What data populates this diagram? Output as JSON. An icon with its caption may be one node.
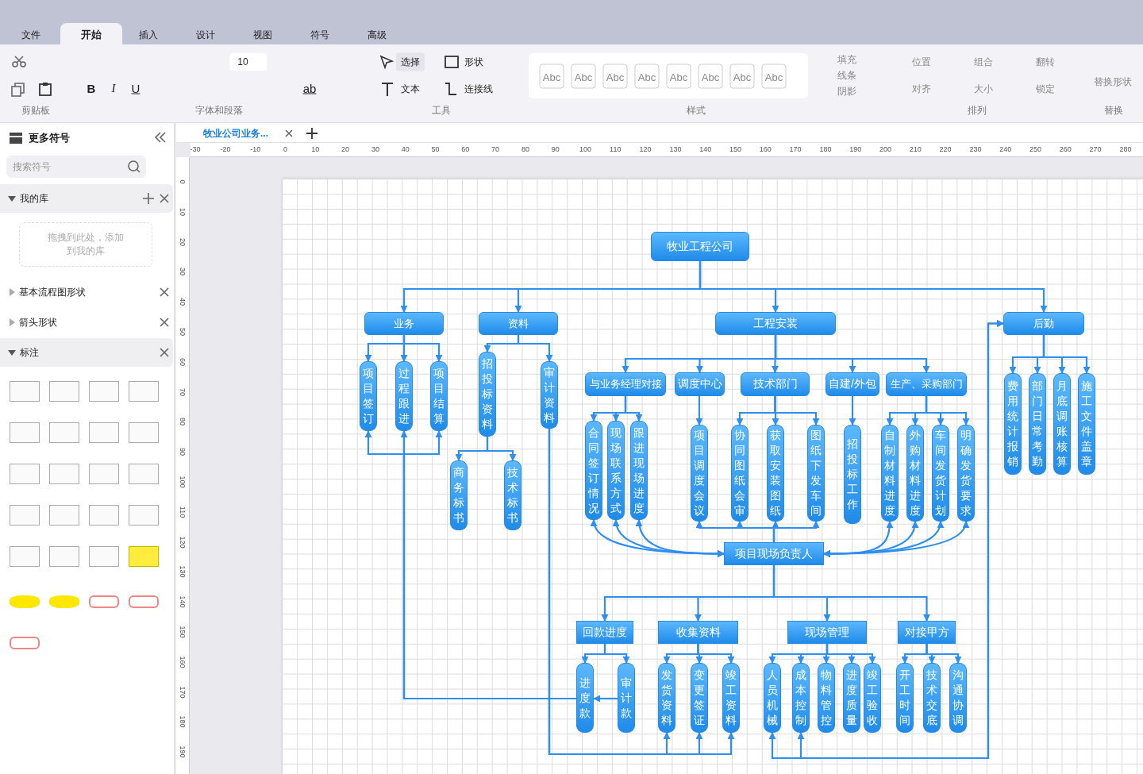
{
  "diagram": {
    "nodes": [
      {
        "text": [
          "牧业工程公司"
        ]
      },
      {
        "text": [
          "业务"
        ]
      },
      {
        "text": [
          "资料"
        ]
      },
      {
        "text": [
          "工程安装"
        ]
      },
      {
        "text": [
          "后勤"
        ]
      },
      {
        "text": [
          "项目签订"
        ]
      },
      {
        "text": [
          "过程跟进"
        ]
      },
      {
        "text": [
          "项目结算"
        ]
      },
      {
        "text": [
          "招投标资料"
        ]
      },
      {
        "text": [
          "审计资料"
        ]
      },
      {
        "text": [
          "商务标书"
        ]
      },
      {
        "text": [
          "技术标书"
        ]
      },
      {
        "text": [
          "与业务经理对接"
        ]
      },
      {
        "text": [
          "调度中心"
        ]
      },
      {
        "text": [
          "技术部门"
        ]
      },
      {
        "text": [
          "自建/外包"
        ]
      },
      {
        "text": [
          "生产、采购部门"
        ]
      },
      {
        "text": [
          "合同签订情况"
        ]
      },
      {
        "text": [
          "现场联系方式"
        ]
      },
      {
        "text": [
          "跟进现场进度"
        ]
      },
      {
        "text": [
          "项目调度会议"
        ]
      },
      {
        "text": [
          "协同图纸会审"
        ]
      },
      {
        "text": [
          "获取安装图纸"
        ]
      },
      {
        "text": [
          "图纸下发车间"
        ]
      },
      {
        "text": [
          "招投标工作"
        ]
      },
      {
        "text": [
          "自制材料进度"
        ]
      },
      {
        "text": [
          "外购材料进度"
        ]
      },
      {
        "text": [
          "车间发货计划"
        ]
      },
      {
        "text": [
          "明确发货要求"
        ]
      },
      {
        "text": [
          "费用统计报销"
        ]
      },
      {
        "text": [
          "部门日常考勤"
        ]
      },
      {
        "text": [
          "月底调账核算"
        ]
      },
      {
        "text": [
          "施工文件盖章"
        ]
      },
      {
        "text": [
          "项目现场负责人"
        ]
      },
      {
        "text": [
          "回款进度"
        ]
      },
      {
        "text": [
          "收集资料"
        ]
      },
      {
        "text": [
          "现场管理"
        ]
      },
      {
        "text": [
          "对接甲方"
        ]
      },
      {
        "text": [
          "进度款"
        ]
      },
      {
        "text": [
          "审计款"
        ]
      },
      {
        "text": [
          "发货资料"
        ]
      },
      {
        "text": [
          "变更签证"
        ]
      },
      {
        "text": [
          "竣工资料"
        ]
      },
      {
        "text": [
          "人员机械"
        ]
      },
      {
        "text": [
          "成本控制"
        ]
      },
      {
        "text": [
          "物料管控"
        ]
      },
      {
        "text": [
          "进度质量"
        ]
      },
      {
        "text": [
          "竣工验收"
        ]
      },
      {
        "text": [
          "开工时间"
        ]
      },
      {
        "text": [
          "技术交底"
        ]
      },
      {
        "text": [
          "沟通协调"
        ]
      }
    ],
    "edges": [
      {
        "from": 0,
        "to": 1,
        "arrow": "to"
      },
      {
        "from": 0,
        "to": 2,
        "arrow": "to"
      },
      {
        "from": 0,
        "to": 3,
        "arrow": "to"
      },
      {
        "from": 0,
        "to": 4,
        "arrow": "to"
      },
      {
        "from": 1,
        "to": 5,
        "arrow": "to"
      },
      {
        "from": 1,
        "to": 6,
        "arrow": "to"
      },
      {
        "from": 1,
        "to": 7,
        "arrow": "to"
      },
      {
        "from": 2,
        "to": 8,
        "arrow": "to"
      },
      {
        "from": 2,
        "to": 9,
        "arrow": "to"
      },
      {
        "from": 8,
        "to": 10,
        "arrow": "to"
      },
      {
        "from": 8,
        "to": 11,
        "arrow": "to"
      },
      {
        "from": 3,
        "to": 12,
        "arrow": "to"
      },
      {
        "from": 3,
        "to": 13,
        "arrow": "to"
      },
      {
        "from": 3,
        "to": 14,
        "arrow": "to"
      },
      {
        "from": 3,
        "to": 15,
        "arrow": "to"
      },
      {
        "from": 3,
        "to": 16,
        "arrow": "to"
      },
      {
        "from": 12,
        "to": 17,
        "arrow": "to"
      },
      {
        "from": 12,
        "to": 18,
        "arrow": "to"
      },
      {
        "from": 12,
        "to": 19,
        "arrow": "to"
      },
      {
        "from": 13,
        "to": 20,
        "arrow": "to"
      },
      {
        "from": 14,
        "to": 21,
        "arrow": "to"
      },
      {
        "from": 14,
        "to": 22,
        "arrow": "to"
      },
      {
        "from": 14,
        "to": 23,
        "arrow": "to"
      },
      {
        "from": 15,
        "to": 24,
        "arrow": "to"
      },
      {
        "from": 16,
        "to": 25,
        "arrow": "to"
      },
      {
        "from": 16,
        "to": 26,
        "arrow": "to"
      },
      {
        "from": 16,
        "to": 27,
        "arrow": "to"
      },
      {
        "from": 16,
        "to": 28,
        "arrow": "to"
      },
      {
        "from": 4,
        "to": 29,
        "arrow": "to"
      },
      {
        "from": 4,
        "to": 30,
        "arrow": "to"
      },
      {
        "from": 4,
        "to": 31,
        "arrow": "to"
      },
      {
        "from": 4,
        "to": 32,
        "arrow": "to"
      },
      {
        "from": 17,
        "to": 33,
        "arrow": "both"
      },
      {
        "from": 18,
        "to": 33,
        "arrow": "both"
      },
      {
        "from": 19,
        "to": 33,
        "arrow": "both"
      },
      {
        "from": 33,
        "to": 20,
        "arrow": "to"
      },
      {
        "from": 33,
        "to": 21,
        "arrow": "to"
      },
      {
        "from": 33,
        "to": 22,
        "arrow": "to"
      },
      {
        "from": 33,
        "to": 23,
        "arrow": "to"
      },
      {
        "from": 25,
        "to": 33,
        "arrow": "both"
      },
      {
        "from": 26,
        "to": 33,
        "arrow": "both"
      },
      {
        "from": 27,
        "to": 33,
        "arrow": "both"
      },
      {
        "from": 28,
        "to": 33,
        "arrow": "both"
      },
      {
        "from": 33,
        "to": 34,
        "arrow": "to"
      },
      {
        "from": 33,
        "to": 35,
        "arrow": "to"
      },
      {
        "from": 33,
        "to": 36,
        "arrow": "to"
      },
      {
        "from": 33,
        "to": 37,
        "arrow": "to"
      },
      {
        "from": 34,
        "to": 38,
        "arrow": "to"
      },
      {
        "from": 34,
        "to": 39,
        "arrow": "to"
      },
      {
        "from": 35,
        "to": 40,
        "arrow": "to"
      },
      {
        "from": 35,
        "to": 41,
        "arrow": "to"
      },
      {
        "from": 35,
        "to": 42,
        "arrow": "to"
      },
      {
        "from": 36,
        "to": 43,
        "arrow": "to"
      },
      {
        "from": 36,
        "to": 44,
        "arrow": "to"
      },
      {
        "from": 36,
        "to": 45,
        "arrow": "to"
      },
      {
        "from": 36,
        "to": 46,
        "arrow": "to"
      },
      {
        "from": 36,
        "to": 47,
        "arrow": "to"
      },
      {
        "from": 37,
        "to": 48,
        "arrow": "to"
      },
      {
        "from": 37,
        "to": 49,
        "arrow": "to"
      },
      {
        "from": 37,
        "to": 50,
        "arrow": "to"
      },
      {
        "from": 39,
        "to": 38,
        "arrow": "to"
      },
      {
        "from": 38,
        "to": 5,
        "arrow": "to"
      },
      {
        "from": 38,
        "to": 6,
        "arrow": "to"
      },
      {
        "from": 38,
        "to": 7,
        "arrow": "to"
      },
      {
        "from": 9,
        "to": 40,
        "arrow": "to"
      },
      {
        "from": 9,
        "to": 41,
        "arrow": "to"
      },
      {
        "from": 9,
        "to": 42,
        "arrow": "to"
      },
      {
        "from": 4,
        "to": 43,
        "arrow": "both"
      },
      {
        "from": 4,
        "to": 44,
        "arrow": "both"
      }
    ],
    "labels": [
      "文件",
      "开始",
      "插入",
      "设计",
      "视图",
      "符号",
      "高级",
      "10",
      "B",
      "I",
      "U",
      "ab",
      "选择",
      "形状",
      "文本",
      "连接线",
      "Abc",
      "Abc",
      "Abc",
      "Abc",
      "Abc",
      "Abc",
      "Abc",
      "Abc",
      "填充",
      "线条",
      "阴影",
      "位置",
      "组合",
      "翻转",
      "对齐",
      "大小",
      "锁定",
      "替换形状",
      "剪贴板",
      "字体和段落",
      "工具",
      "样式",
      "排列",
      "替换",
      "更多符号",
      "搜索符号",
      "我的库",
      "拖拽到此处，添加到我的库",
      "基本流程图形状",
      "箭头形状",
      "标注",
      "牧业公司业务...",
      "-30",
      "-20",
      "-10",
      "0",
      "10",
      "20",
      "30",
      "40",
      "50",
      "60",
      "70",
      "80",
      "90",
      "100",
      "110",
      "120",
      "130",
      "140",
      "150",
      "160",
      "170",
      "180",
      "190",
      "200",
      "210",
      "220",
      "230",
      "240",
      "250",
      "260",
      "270",
      "280",
      "0",
      "10",
      "20",
      "30",
      "40",
      "50",
      "60",
      "70",
      "80",
      "90",
      "100",
      "110",
      "120",
      "130",
      "140",
      "150",
      "160",
      "170",
      "180",
      "190"
    ]
  }
}
